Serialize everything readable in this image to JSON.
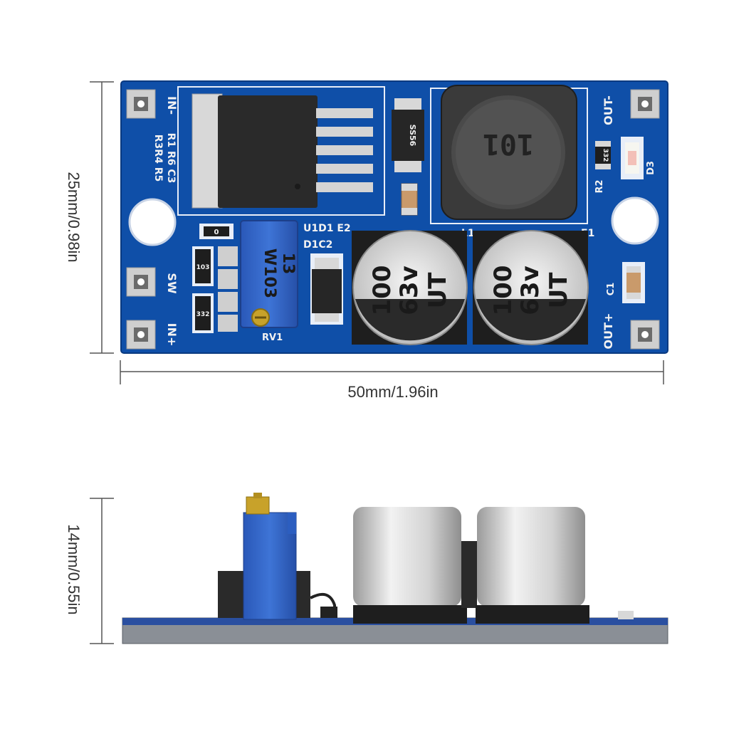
{
  "dimensions": {
    "height": "25mm/0.98in",
    "width": "50mm/1.96in",
    "side_height": "14mm/0.55in"
  },
  "silkscreen": {
    "in_minus": "IN-",
    "in_plus": "IN+",
    "sw": "SW",
    "out_minus": "OUT-",
    "out_plus": "OUT+",
    "r_labels_top": "R3R4 R5",
    "r_labels_bottom": "R1 R6 C3",
    "u1d1e2": "U1D1 E2",
    "d1c2": "D1C2",
    "l1": "L1",
    "e1": "E1",
    "r2": "R2",
    "d3": "D3",
    "c1": "C1",
    "rv1": "RV1"
  },
  "components": {
    "inductor_code": "101",
    "cap1": {
      "value": "100",
      "voltage": "63v",
      "series": "UT"
    },
    "cap2": {
      "value": "100",
      "voltage": "63v",
      "series": "UT"
    },
    "pot_code_a": "W103",
    "pot_code_b": "13",
    "resistor_a": "103",
    "resistor_b": "332",
    "resistor_c": "332",
    "resistor_d": "0",
    "diode_code": "SS56"
  }
}
